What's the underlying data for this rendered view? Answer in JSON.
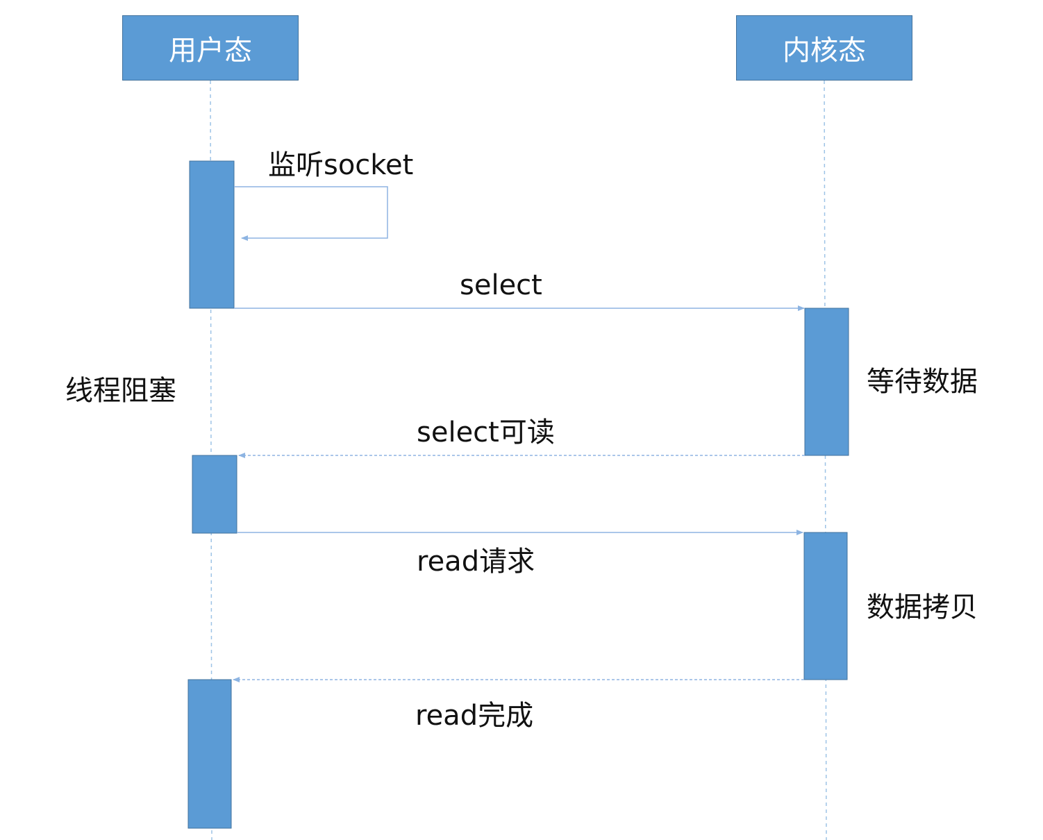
{
  "participants": {
    "user": "用户态",
    "kernel": "内核态"
  },
  "messages": {
    "listen_socket": "监听socket",
    "select": "select",
    "select_readable": "select可读",
    "read_request": "read请求",
    "read_done": "read完成"
  },
  "notes": {
    "thread_blocked": "线程阻塞",
    "wait_data": "等待数据",
    "data_copy": "数据拷贝"
  },
  "colors": {
    "box_fill": "#5b9bd5",
    "box_border": "#41719c",
    "lifeline": "#9dc3e6",
    "arrow": "#8db4e2"
  }
}
